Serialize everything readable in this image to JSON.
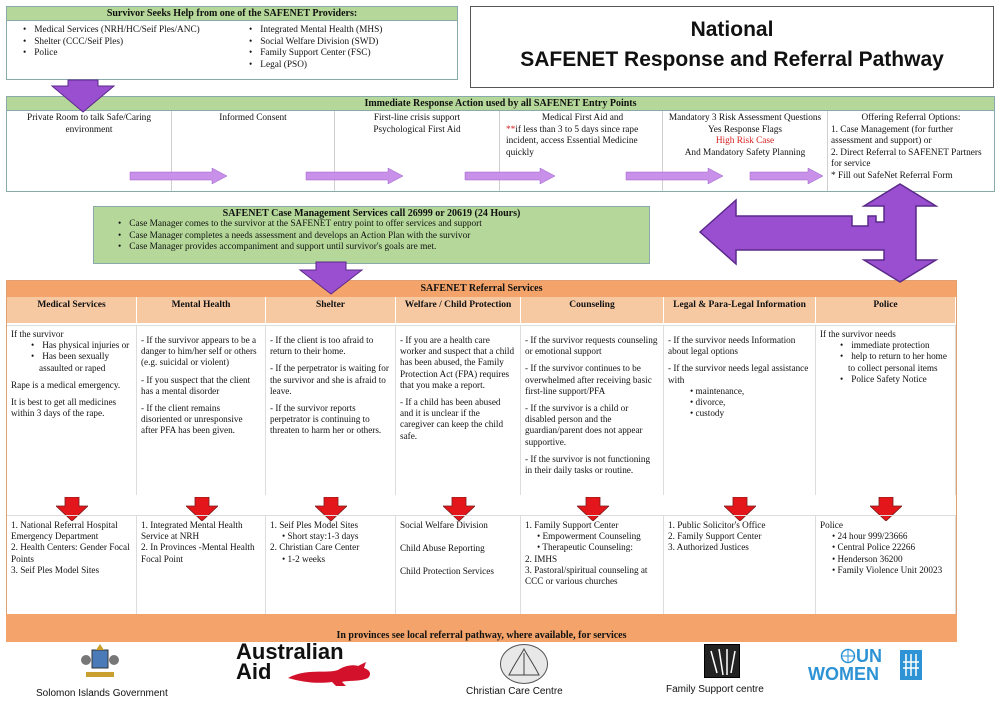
{
  "title": {
    "line1": "National",
    "line2": "SAFENET Response and Referral Pathway"
  },
  "providers": {
    "heading": "Survivor Seeks Help from one of the SAFENET Providers:",
    "left": [
      "Medical Services (NRH/HC/Seif Ples/ANC)",
      "Shelter (CCC/Seif Ples)",
      "Police"
    ],
    "right": [
      "Integrated Mental Health (MHS)",
      "Social Welfare Division (SWD)",
      "Family Support Center (FSC)",
      "Legal (PSO)"
    ]
  },
  "immediate": {
    "heading": "Immediate Response Action used by all SAFENET Entry Points",
    "steps": [
      {
        "text": "Private Room to talk Safe/Caring environment"
      },
      {
        "text": "Informed Consent"
      },
      {
        "text": "First-line crisis support Psychological First Aid"
      },
      {
        "pre": "Medical First Aid and",
        "mark": "**",
        "text": "if less than 3 to 5 days since rape incident, access Essential Medicine quickly"
      },
      {
        "pre": "Mandatory 3 Risk Assessment Questions Yes Response Flags",
        "red": "High Risk Case",
        "text": "And Mandatory Safety Planning"
      },
      {
        "pre": "Offering Referral Options:",
        "items": [
          "1. Case Management (for further assessment and support) or",
          "2.  Direct Referral to SAFENET Partners for service",
          "* Fill out  SafeNet Referral Form"
        ]
      }
    ]
  },
  "case_mgmt": {
    "heading": "SAFENET Case Management Services call 26999 or 20619 (24 Hours)",
    "items": [
      "Case Manager comes to the survivor at the SAFENET entry point to offer services and support",
      "Case Manager completes a needs assessment and develops an Action Plan with the survivor",
      "Case Manager provides accompaniment and support until survivor's goals are met."
    ]
  },
  "referral": {
    "heading": "SAFENET Referral Services",
    "columns": [
      {
        "name": "Medical Services",
        "criteria_intro": "If the survivor",
        "criteria_bullets": [
          "Has physical injuries or",
          "Has been sexually assaulted or raped"
        ],
        "criteria_after": [
          "Rape is a medical emergency.",
          "It is best to get all medicines within 3 days of the rape."
        ],
        "services": [
          "1.  National Referral Hospital Emergency Department",
          "2.  Health Centers: Gender Focal Points",
          "3. Seif Ples Model Sites"
        ]
      },
      {
        "name": "Mental Health",
        "criteria_after": [
          "- If the survivor appears to be a danger to him/her self or others (e.g. suicidal or violent)",
          "- If you suspect that the client has a mental disorder",
          "- If the client remains disoriented or unresponsive after PFA has been given."
        ],
        "services": [
          "1.  Integrated Mental Health Service at NRH",
          "2.  In Provinces -Mental Health Focal Point"
        ]
      },
      {
        "name": "Shelter",
        "criteria_after": [
          "- If the client is too afraid to return to their home.",
          "- If the perpetrator is waiting for the survivor and she is afraid to leave.",
          "- If the survivor reports perpetrator is continuing to threaten to harm her or others."
        ],
        "services": [
          "1.  Seif Ples Model Sites",
          "•  Short stay:1-3 days",
          "2.  Christian Care Center",
          "•  1-2 weeks"
        ]
      },
      {
        "name": "Welfare / Child Protection",
        "criteria_after": [
          "- If you are a health care worker and suspect that a child has been abused, the Family Protection Act (FPA) requires that you make a report.",
          "- If a child has been abused and it is unclear if the caregiver can keep the child safe."
        ],
        "services": [
          "Social Welfare Division",
          "Child Abuse Reporting",
          "Child Protection Services"
        ]
      },
      {
        "name": "Counseling",
        "criteria_after": [
          "- If the survivor requests counseling or emotional support",
          "- If the survivor continues to be overwhelmed after receiving basic first-line support/PFA",
          "- If the survivor is a child or disabled person and the guardian/parent does not appear supportive.",
          "- If the survivor is not functioning in their daily tasks or routine."
        ],
        "services": [
          "1. Family Support Center",
          "•   Empowerment Counseling",
          "•   Therapeutic Counseling:",
          "2.  IMHS",
          "3.  Pastoral/spiritual counseling at CCC or various churches"
        ]
      },
      {
        "name": "Legal & Para-Legal Information",
        "criteria_after": [
          "- If the survivor needs Information about legal options",
          "- If the survivor needs legal assistance with",
          "•   maintenance,",
          "•   divorce,",
          "•   custody"
        ],
        "services": [
          "1.  Public Solicitor's Office",
          "2.  Family Support Center",
          "3.  Authorized Justices"
        ]
      },
      {
        "name": "Police",
        "criteria_intro": "If the survivor needs",
        "criteria_bullets": [
          "immediate protection",
          "help to return to her home to collect personal items",
          "Police Safety Notice"
        ],
        "services": [
          "Police",
          "•  24 hour 999/23666",
          "•  Central Police 22266",
          "•  Henderson 36200",
          "•  Family Violence Unit 20023"
        ]
      }
    ],
    "footer": "In provinces see local referral pathway, where available, for services"
  },
  "logos": {
    "sig": "Solomon Islands Government",
    "aid_line1": "Australian",
    "aid_line2": "Aid",
    "ccc": "Christian Care Centre",
    "fsc": "Family Support centre",
    "unw_line1": "UN",
    "unw_line2": "WOMEN"
  },
  "colors": {
    "green": "#b5d89a",
    "orange": "#f4a46a",
    "purple": "#a45ad0",
    "arrow_red": "#e3171b",
    "aid_red": "#d4112a"
  }
}
